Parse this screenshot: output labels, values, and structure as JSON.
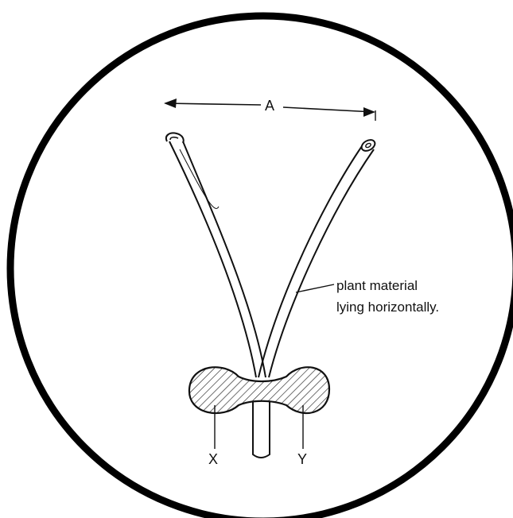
{
  "labels": {
    "width": "A",
    "annotation_line1": "plant material",
    "annotation_line2": "lying horizontally.",
    "left_point": "X",
    "right_point": "Y"
  }
}
